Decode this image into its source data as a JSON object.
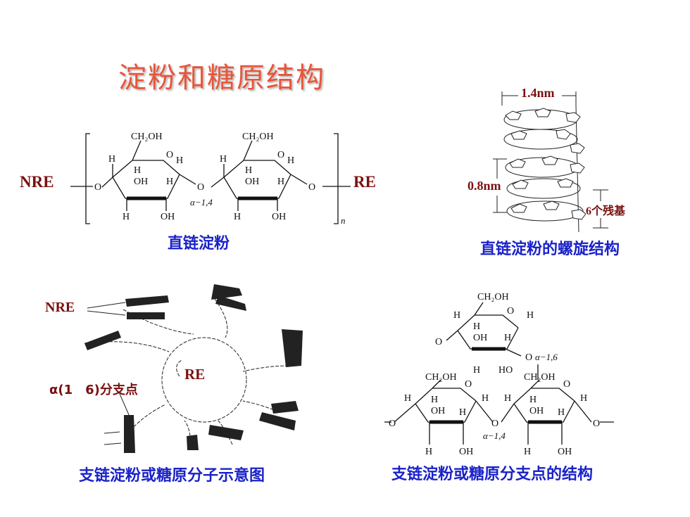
{
  "title": "淀粉和糖原结构",
  "captions": {
    "amylose": "直链淀粉",
    "helix": "直链淀粉的螺旋结构",
    "amylopectin_diagram": "支链淀粉或糖原分子示意图",
    "branch_structure": "支链淀粉或糖原分支点的结构"
  },
  "labels": {
    "nre_top": "NRE",
    "re_top": "RE",
    "pitch": "1.4nm",
    "width": "0.8nm",
    "residues": "6个残基",
    "nre_bottom": "NRE",
    "re_bottom": "RE",
    "branch_point": "α(1　6)分支点"
  },
  "chem": {
    "ch2oh": "CH₂OH",
    "oh": "OH",
    "h": "H",
    "o": "O",
    "ho": "HO",
    "bond_14": "α−1,4",
    "bond_16": "α−1,6",
    "n": "n"
  },
  "colors": {
    "title": "#e8553a",
    "caption": "#1a22c8",
    "label": "#7a1010"
  }
}
